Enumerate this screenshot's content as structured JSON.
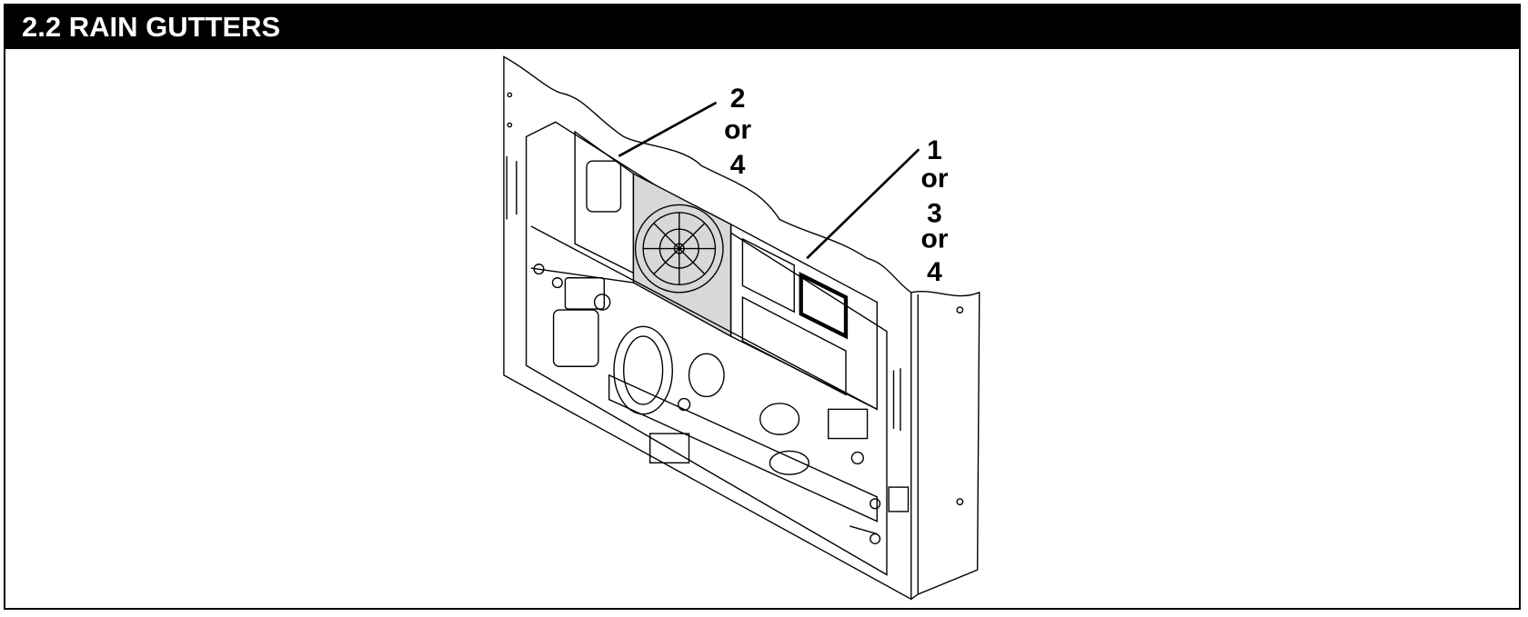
{
  "section": {
    "title": "2.2 RAIN GUTTERS"
  },
  "callouts": {
    "left": [
      "2",
      "or",
      "4"
    ],
    "right": [
      "1",
      "or",
      "3",
      "or",
      "4"
    ]
  }
}
